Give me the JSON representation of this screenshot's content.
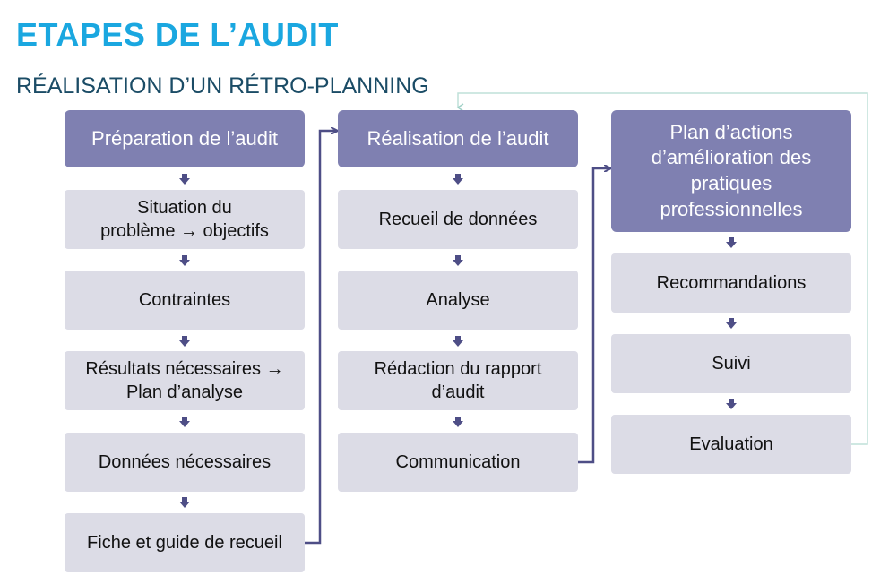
{
  "header": {
    "title": "ETAPES DE L’AUDIT",
    "subtitle": "RÉALISATION D’UN RÉTRO-PLANNING"
  },
  "columns": [
    {
      "head": "Préparation de l’audit",
      "steps": [
        "Situation du problème → objectifs",
        "Contraintes",
        "Résultats nécessaires → Plan d’analyse",
        "Données nécessaires",
        "Fiche et guide de recueil"
      ]
    },
    {
      "head": "Réalisation de l’audit",
      "steps": [
        "Recueil de données",
        "Analyse",
        "Rédaction du rapport d’audit",
        "Communication"
      ]
    },
    {
      "head": "Plan d’actions d’amélioration des pratiques professionnelles",
      "steps": [
        "Recommandations",
        "Suivi",
        "Evaluation"
      ]
    }
  ],
  "colors": {
    "title": "#1aa7e0",
    "subtitle": "#1b4c66",
    "head_fill": "#7f80b1",
    "step_fill": "#dcdce6",
    "connector": "#4e4e86",
    "feedback_connector": "#bfe0d8"
  }
}
